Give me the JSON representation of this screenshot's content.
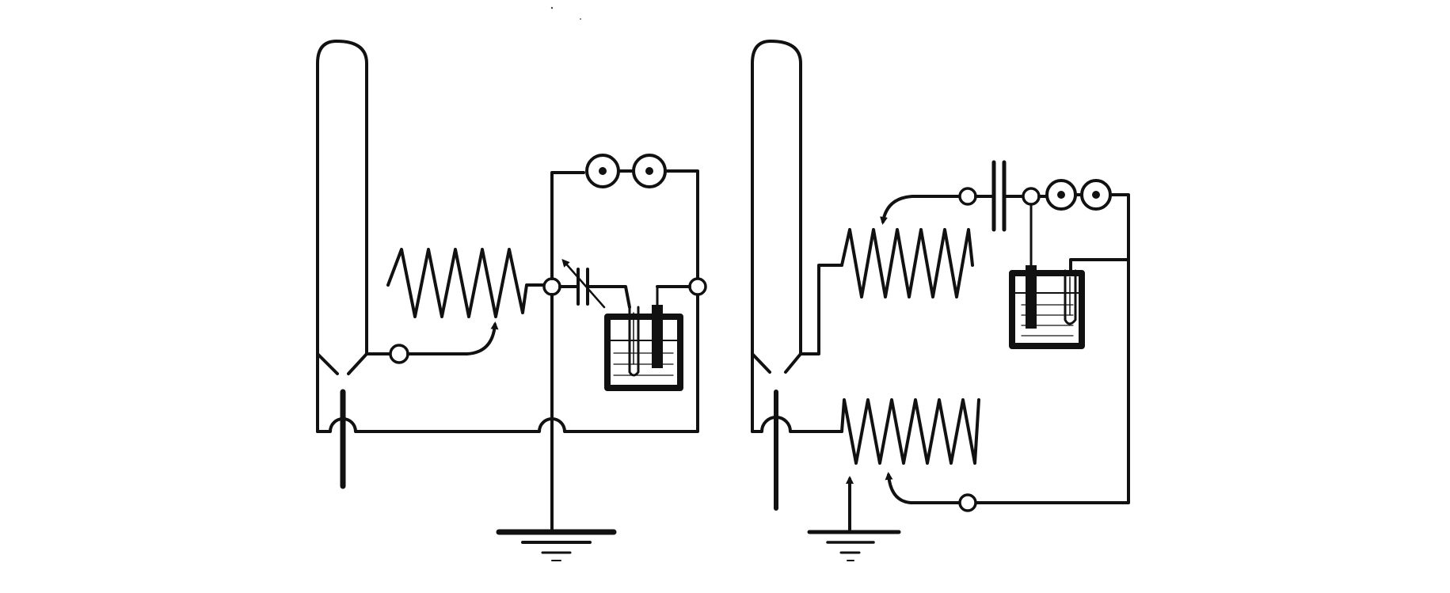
{
  "figure": {
    "background": "#ffffff",
    "ink": "#111111",
    "circuits": [
      {
        "name": "left-circuit",
        "components": [
          "aerial-loop",
          "spark-gap",
          "inductance-coil",
          "sliding-contact",
          "binding-post",
          "variable-condenser",
          "electrolytic-detector",
          "headphones",
          "ground-connection"
        ]
      },
      {
        "name": "right-circuit",
        "components": [
          "aerial-loop",
          "spark-gap",
          "primary-coil",
          "secondary-coil",
          "sliding-contact",
          "binding-post",
          "fixed-condenser",
          "electrolytic-detector",
          "headphones",
          "ground-connection"
        ]
      }
    ]
  }
}
